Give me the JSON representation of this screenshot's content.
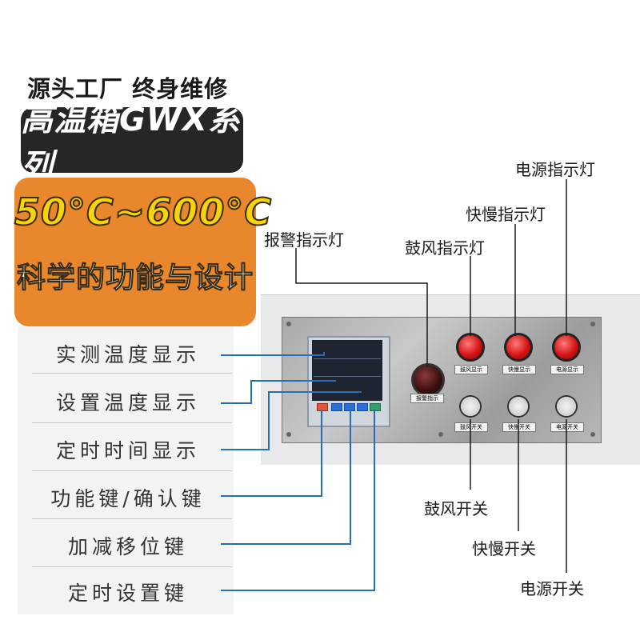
{
  "header": {
    "tagline": "源头工厂 终身维修",
    "series_title": "高温箱GWX系列",
    "temperature_range": "50°C~600°C",
    "slogan": "科学的功能与设计"
  },
  "feature_rows": [
    "实测温度显示",
    "设置温度显示",
    "定时时间显示",
    "功能键/确认键",
    "加减移位键",
    "定时设置键"
  ],
  "callouts": {
    "alarm_light": "报警指示灯",
    "blower_light": "鼓风指示灯",
    "speed_light": "快慢指示灯",
    "power_light": "电源指示灯",
    "blower_switch": "鼓风开关",
    "speed_switch": "快慢开关",
    "power_switch": "电源开关"
  },
  "panel_labels": {
    "alarm": "报警指示",
    "blower_indicator": "鼓风显示",
    "speed_indicator": "快慢显示",
    "power_indicator": "电源显示",
    "blower_switch": "鼓风开关",
    "speed_switch": "快慢开关",
    "power_switch": "电源开关"
  },
  "colors": {
    "accent_orange": "#e8872c",
    "temp_yellow": "#f5d40a",
    "title_dark": "#262626",
    "leader_blue": "#2a6db5",
    "lamp_red": "#d41414"
  }
}
